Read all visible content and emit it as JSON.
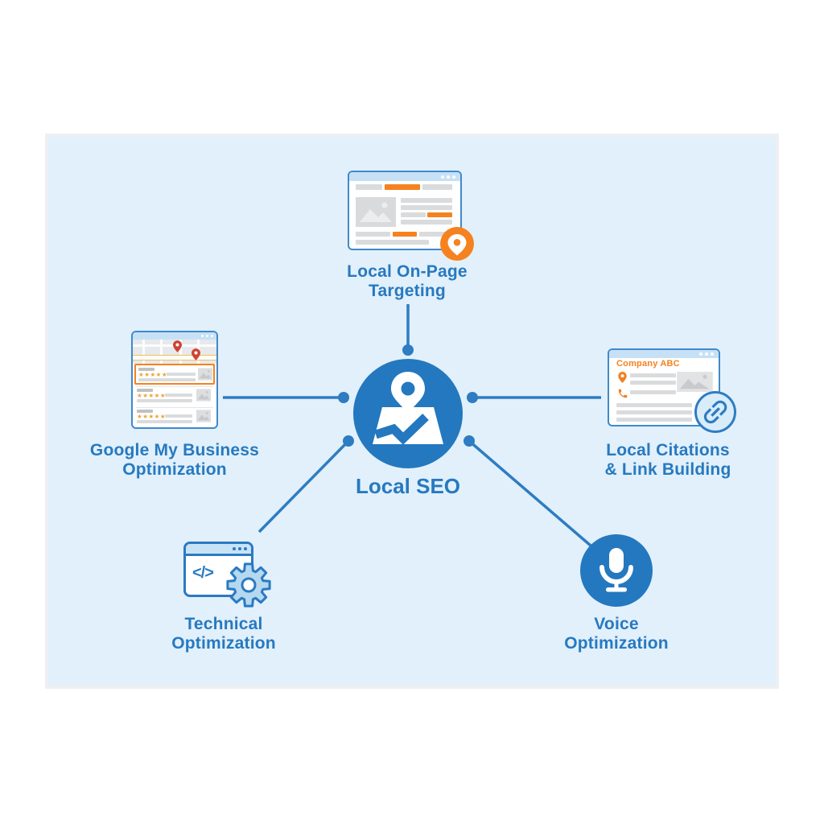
{
  "center": {
    "label": "Local SEO"
  },
  "nodes": [
    {
      "id": "local-on-page-targeting",
      "line1": "Local On-Page",
      "line2": "Targeting"
    },
    {
      "id": "google-my-business-optimization",
      "line1": "Google My Business",
      "line2": "Optimization"
    },
    {
      "id": "local-citations-link-building",
      "line1": "Local Citations",
      "line2": "& Link Building"
    },
    {
      "id": "technical-optimization",
      "line1": "Technical",
      "line2": "Optimization"
    },
    {
      "id": "voice-optimization",
      "line1": "Voice",
      "line2": "Optimization"
    }
  ],
  "citations_card": {
    "company": "Company ABC"
  },
  "gmb_card": {
    "stars": "★★★★★"
  },
  "technical_card": {
    "code": "</>"
  },
  "icons": {
    "center": "map-route-pin-icon",
    "top": "webpage-location-pin-icon",
    "left": "map-listings-icon",
    "right": "citation-page-link-icon",
    "bottom_left": "code-window-gear-icon",
    "bottom_right": "microphone-icon"
  },
  "colors": {
    "panel_bg": "#E1F0FB",
    "accent_blue": "#2779C0",
    "circle_blue": "#2478BF",
    "line_blue": "#2E7CC2",
    "accent_orange": "#F5821F",
    "star_orange": "#F0A236",
    "pin_red": "#CF4233",
    "header_blue": "#C6E1F6"
  }
}
